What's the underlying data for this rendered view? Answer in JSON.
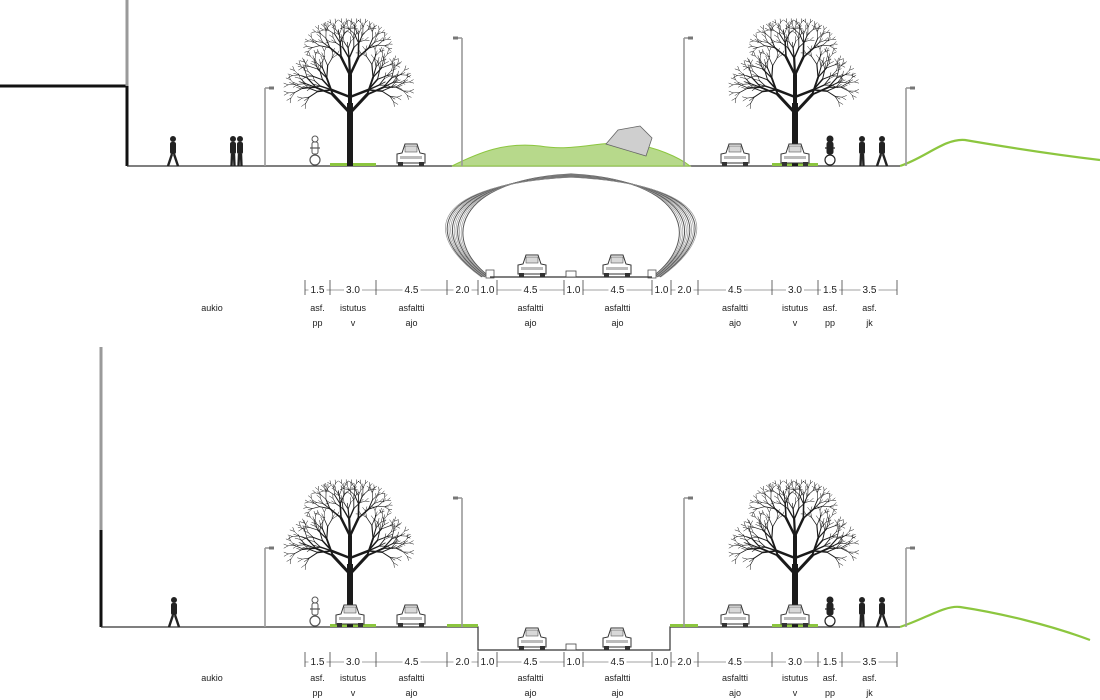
{
  "colors": {
    "ground": "#333333",
    "green": "#8cc63f",
    "tree": "#1a1a1a",
    "silhouette": "#222222",
    "pole": "#9a9a9a",
    "wall_grey": "#9a9a9a",
    "wall_black": "#111111",
    "tunnel": "#777777"
  },
  "icons": [
    "tree-icon",
    "car-icon",
    "pedestrian-icon",
    "cyclist-icon",
    "streetlight-icon",
    "tunnel-shell-icon"
  ],
  "sections": [
    {
      "id": "upper",
      "variant": "tunnel",
      "zones": [
        {
          "label": "aukio"
        },
        {
          "dim": "1.5",
          "material": "asf.",
          "use": "pp"
        },
        {
          "dim": "3.0",
          "material": "istutus",
          "use": "v"
        },
        {
          "dim": "4.5",
          "material": "asfaltti",
          "use": "ajo"
        },
        {
          "dim": "2.0"
        },
        {
          "dim": "1.0"
        },
        {
          "dim": "4.5",
          "material": "asfaltti",
          "use": "ajo"
        },
        {
          "dim": "1.0"
        },
        {
          "dim": "4.5",
          "material": "asfaltti",
          "use": "ajo"
        },
        {
          "dim": "1.0"
        },
        {
          "dim": "2.0"
        },
        {
          "dim": "4.5",
          "material": "asfaltti",
          "use": "ajo"
        },
        {
          "dim": "3.0",
          "material": "istutus",
          "use": "v"
        },
        {
          "dim": "1.5",
          "material": "asf.",
          "use": "pp"
        },
        {
          "dim": "3.5",
          "material": "asf.",
          "use": "jk"
        }
      ]
    },
    {
      "id": "lower",
      "variant": "open-cut",
      "zones": [
        {
          "label": "aukio"
        },
        {
          "dim": "1.5",
          "material": "asf.",
          "use": "pp"
        },
        {
          "dim": "3.0",
          "material": "istutus",
          "use": "v"
        },
        {
          "dim": "4.5",
          "material": "asfaltti",
          "use": "ajo"
        },
        {
          "dim": "2.0"
        },
        {
          "dim": "1.0"
        },
        {
          "dim": "4.5",
          "material": "asfaltti",
          "use": "ajo"
        },
        {
          "dim": "1.0"
        },
        {
          "dim": "4.5",
          "material": "asfaltti",
          "use": "ajo"
        },
        {
          "dim": "1.0"
        },
        {
          "dim": "2.0"
        },
        {
          "dim": "4.5",
          "material": "asfaltti",
          "use": "ajo"
        },
        {
          "dim": "3.0",
          "material": "istutus",
          "use": "v"
        },
        {
          "dim": "1.5",
          "material": "asf.",
          "use": "pp"
        },
        {
          "dim": "3.5",
          "material": "asf.",
          "use": "jk"
        }
      ]
    }
  ]
}
